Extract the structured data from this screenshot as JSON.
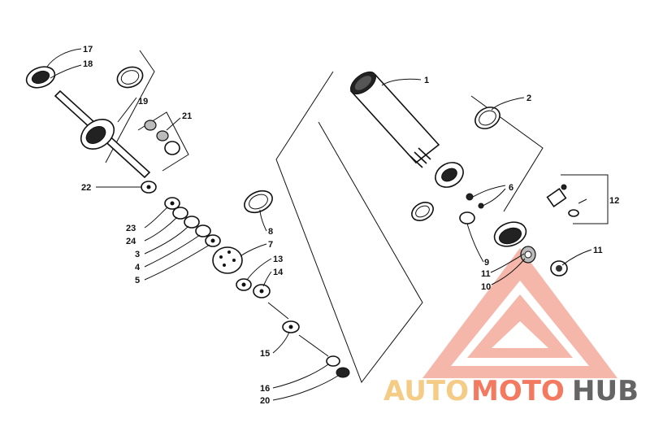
{
  "labels": {
    "l1": "1",
    "l2": "2",
    "l3": "3",
    "l4": "4",
    "l5": "5",
    "l6": "6",
    "l7": "7",
    "l8": "8",
    "l9": "9",
    "l10": "10",
    "l11a": "11",
    "l11b": "11",
    "l12": "12",
    "l13": "13",
    "l14": "14",
    "l15": "15",
    "l16": "16",
    "l17": "17",
    "l18": "18",
    "l19": "19",
    "l20": "20",
    "l21": "21",
    "l22": "22",
    "l23": "23",
    "l24": "24"
  },
  "watermark": {
    "part1": "AUTO",
    "part2": "MOTO",
    "part3": "HUB",
    "color_accent": "#f26b4f",
    "color_auto": "#f5c77a",
    "color_dark": "#555555"
  }
}
